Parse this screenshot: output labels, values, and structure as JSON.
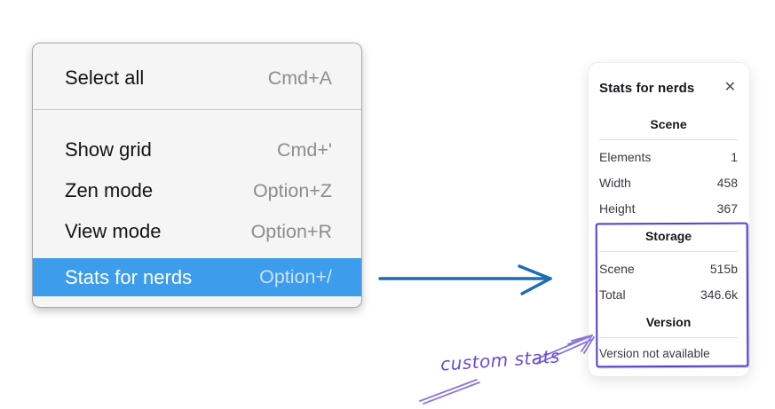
{
  "context_menu": {
    "items": [
      {
        "label": "Select all",
        "shortcut": "Cmd+A",
        "selected": false
      },
      {
        "label": "Show grid",
        "shortcut": "Cmd+'",
        "selected": false
      },
      {
        "label": "Zen mode",
        "shortcut": "Option+Z",
        "selected": false
      },
      {
        "label": "View mode",
        "shortcut": "Option+R",
        "selected": false
      },
      {
        "label": "Stats for nerds",
        "shortcut": "Option+/",
        "selected": true
      }
    ]
  },
  "stats_panel": {
    "title": "Stats for nerds",
    "close_glyph": "✕",
    "scene": {
      "heading": "Scene",
      "rows": [
        {
          "label": "Elements",
          "value": "1"
        },
        {
          "label": "Width",
          "value": "458"
        },
        {
          "label": "Height",
          "value": "367"
        }
      ]
    },
    "storage": {
      "heading": "Storage",
      "rows": [
        {
          "label": "Scene",
          "value": "515b"
        },
        {
          "label": "Total",
          "value": "346.6k"
        }
      ]
    },
    "version": {
      "heading": "Version",
      "message": "Version not available"
    }
  },
  "annotation": {
    "label": "custom stats"
  },
  "colors": {
    "menu_highlight": "#3d9ceb",
    "menu_background": "#f5f5f6",
    "blue_arrow": "#1d6cb8",
    "purple_box": "#5a41c8",
    "purple_light": "#8b76de",
    "purple_text": "#6a4cd3"
  }
}
